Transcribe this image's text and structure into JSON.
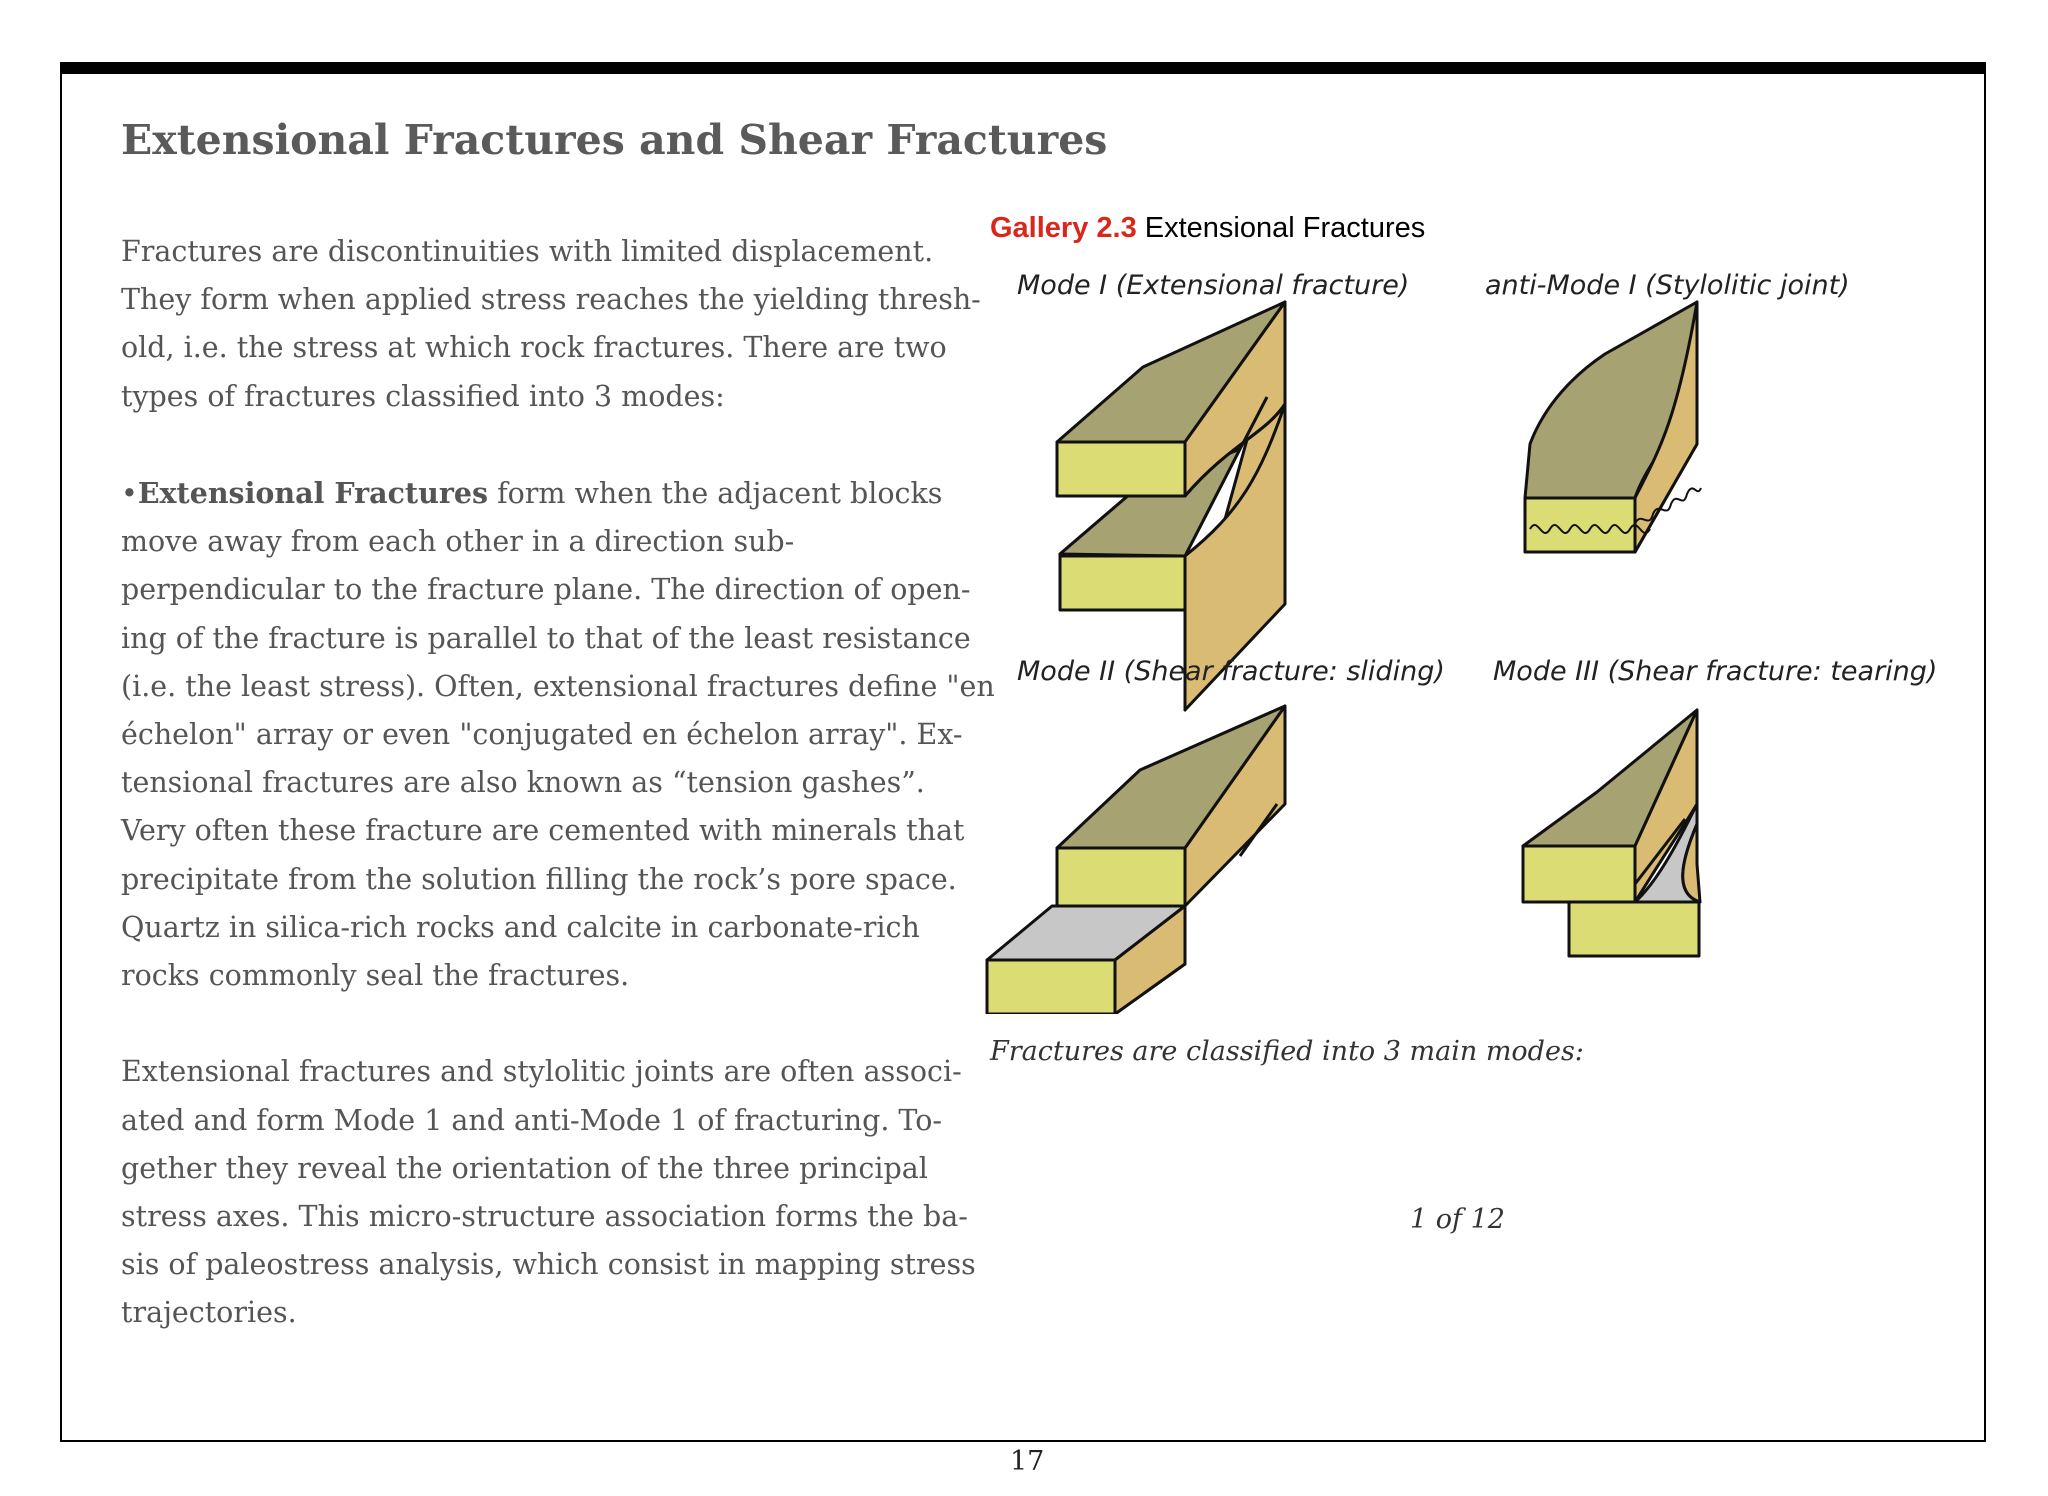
{
  "title": "Extensional Fractures and Shear Fractures",
  "body": {
    "p1": [
      "Fractures are discontinuities with limited displacement.",
      "They form when applied stress reaches the yielding thresh-",
      "old, i.e. the stress at which rock fractures. There are two",
      "types of fractures classified into 3 modes:"
    ],
    "p2_bullet": "•",
    "p2_bold": "Extensional Fractures",
    "p2_first_rest": " form when the adjacent blocks",
    "p2": [
      "move away from each other in a direction sub-",
      "perpendicular to the fracture plane.  The direction of open-",
      "ing of the fracture is parallel to that of the least resistance",
      "(i.e. the least stress). Often, extensional fractures define \"en",
      "échelon\" array or even \"conjugated en échelon array\". Ex-",
      "tensional fractures are also known as “tension gashes”.",
      "Very often these fracture are cemented with minerals that",
      "precipitate from the solution filling the rock’s pore space.",
      "Quartz in silica-rich rocks and calcite in carbonate-rich",
      "rocks commonly seal the fractures."
    ],
    "p3": [
      "Extensional fractures and stylolitic joints are often associ-",
      "ated and form Mode 1 and anti-Mode 1 of fracturing. To-",
      "gether they reveal the orientation of the three principal",
      "stress axes. This micro-structure association forms the ba-",
      "sis of paleostress analysis, which consist in mapping stress",
      "trajectories."
    ]
  },
  "gallery": {
    "number": "Gallery 2.3",
    "name": " Extensional Fractures",
    "panels": [
      "Mode I (Extensional fracture)",
      "anti-Mode I (Stylolitic joint)",
      "Mode II (Shear fracture: sliding)",
      "Mode III (Shear fracture: tearing)"
    ],
    "caption": "Fractures are classified into 3 main modes:",
    "pager": "1 of 12"
  },
  "colors": {
    "top_face": "#a6a271",
    "side_face": "#d9bb74",
    "front_face": "#dcdc74",
    "fracture_plane": "#c7c7c8",
    "gallery_number": "#d9281b"
  },
  "page_number": "17"
}
